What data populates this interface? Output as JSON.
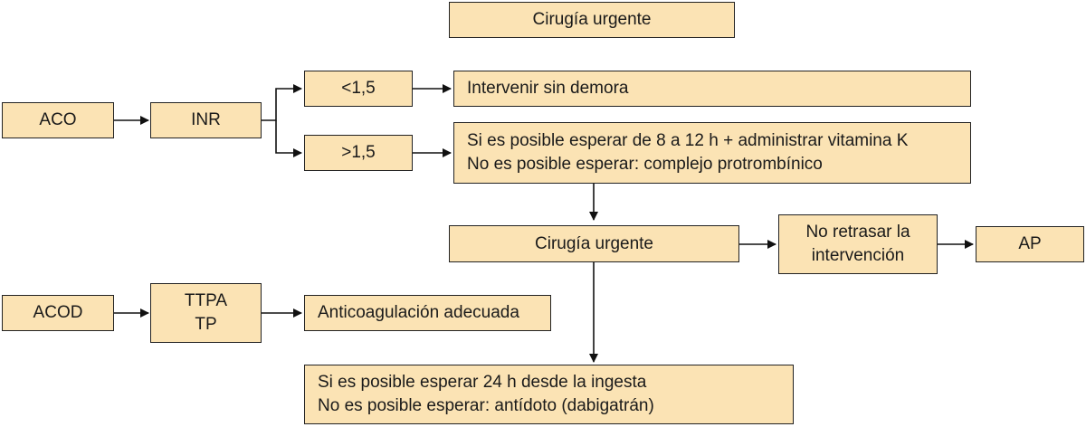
{
  "nodes": {
    "cirugia_top": "Cirugía urgente",
    "aco": "ACO",
    "inr": "INR",
    "lt15": "<1,5",
    "gt15": ">1,5",
    "intervenir": "Intervenir sin demora",
    "esperar_vitk": [
      "Si es posible esperar de 8 a 12 h + administrar vitamina K",
      "No es posible esperar: complejo protrombínico"
    ],
    "cirugia_mid": "Cirugía urgente",
    "no_retrasar": [
      "No retrasar la",
      "intervención"
    ],
    "ap": "AP",
    "acod": "ACOD",
    "ttpa_tp": [
      "TTPA",
      "TP"
    ],
    "anticoag": "Anticoagulación adecuada",
    "esperar_24": [
      "Si es posible esperar 24 h desde la ingesta",
      "No es posible esperar: antídoto (dabigatrán)"
    ]
  }
}
